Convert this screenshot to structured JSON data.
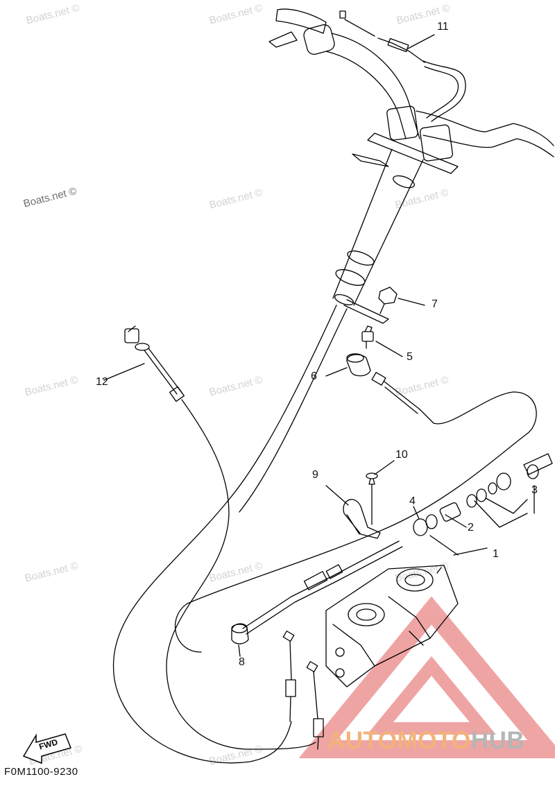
{
  "diagram": {
    "code": "F0M1100-9230",
    "fwd_label": "FWD",
    "watermark": "Boats.net ©",
    "brand": {
      "part1": "AUTOMOTO",
      "part2": "HUB",
      "part1_color": "#f3b27a",
      "part2_color": "#b5b5b5"
    },
    "callouts": [
      "1",
      "2",
      "3",
      "4",
      "5",
      "6",
      "7",
      "8",
      "9",
      "10",
      "11",
      "12"
    ]
  }
}
